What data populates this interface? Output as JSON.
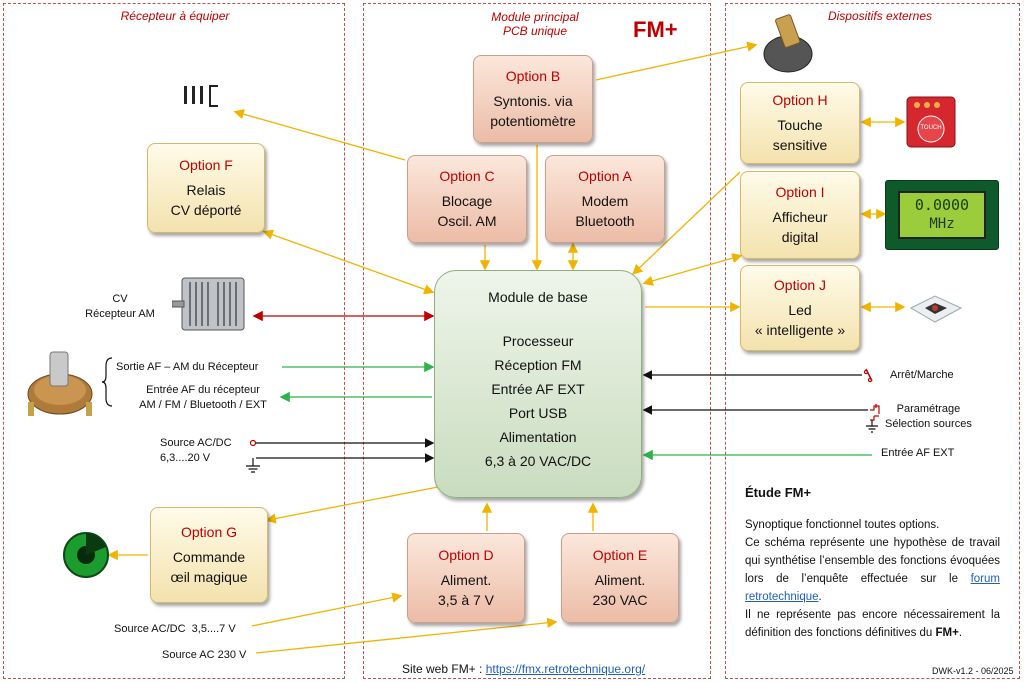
{
  "panels": {
    "left_title": "Récepteur à équiper",
    "center_title_1": "Module principal",
    "center_title_2": "PCB unique",
    "right_title": "Dispositifs externes",
    "brand": "FM+"
  },
  "options": {
    "A": {
      "label": "Option A",
      "line1": "Modem",
      "line2": "Bluetooth"
    },
    "B": {
      "label": "Option B",
      "line1": "Syntonis. via",
      "line2": "potentiomètre"
    },
    "C": {
      "label": "Option C",
      "line1": "Blocage",
      "line2": "Oscil. AM"
    },
    "D": {
      "label": "Option D",
      "line1": "Aliment.",
      "line2": "3,5 à 7 V"
    },
    "E": {
      "label": "Option E",
      "line1": "Aliment.",
      "line2": "230 VAC"
    },
    "F": {
      "label": "Option F",
      "line1": "Relais",
      "line2": "CV déporté"
    },
    "G": {
      "label": "Option G",
      "line1": "Commande",
      "line2": "œil magique"
    },
    "H": {
      "label": "Option H",
      "line1": "Touche",
      "line2": "sensitive"
    },
    "I": {
      "label": "Option I",
      "line1": "Afficheur",
      "line2": "digital"
    },
    "J": {
      "label": "Option J",
      "line1": "Led",
      "line2": "« intelligente »"
    }
  },
  "base_module": {
    "title": "Module de base",
    "items": [
      "Processeur",
      "Réception FM",
      "Entrée AF EXT",
      "Port USB",
      "Alimentation",
      "6,3 à 20 VAC/DC"
    ]
  },
  "left_labels": {
    "cv_1": "CV",
    "cv_2": "Récepteur AM",
    "sortie_af": "Sortie AF – AM du Récepteur",
    "entree_af_1": "Entrée AF du récepteur",
    "entree_af_2": "AM / FM / Bluetooth / EXT",
    "source_acdc_1": "Source AC/DC",
    "source_acdc_2": "6,3....20 V",
    "source_acdc_low": "Source AC/DC  3,5....7 V",
    "source_ac230": "Source AC 230 V"
  },
  "right_labels": {
    "arret": "Arrêt/Marche",
    "param_1": "Paramétrage",
    "param_2": "Sélection sources",
    "entree_ext": "Entrée AF EXT"
  },
  "lcd": {
    "line1": "0.0000",
    "line2": "MHz"
  },
  "touch_text": "TOUCH",
  "notes": {
    "title": "Étude FM+",
    "p1": "Synoptique fonctionnel toutes options.",
    "p2_before": "Ce schéma représente une hypothèse de travail qui synthétise l’ensemble des fonctions évoquées lors de l’enquête effectuée sur le ",
    "p2_link": "forum retrotechnique",
    "p2_after": ".",
    "p3_before": "Il ne représente pas encore nécessairement la définition des fonctions définitives du ",
    "p3_bold": "FM+",
    "p3_after": "."
  },
  "footer": {
    "site_label": "Site web FM+ : ",
    "site_link": "https://fmx.retrotechnique.org/",
    "version": "DWK-v1.2 - 06/2025"
  },
  "colors": {
    "yellow_arrow": "#f0b400",
    "red_arrow": "#c00000",
    "green_arrow": "#2db34a",
    "black_arrow": "#111111"
  }
}
